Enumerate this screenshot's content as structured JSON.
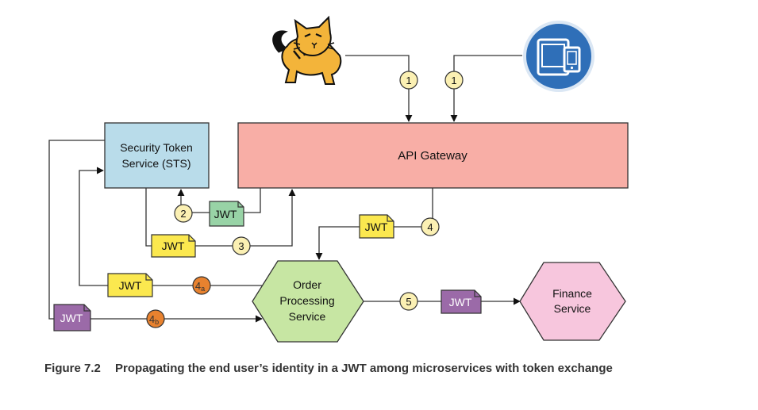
{
  "nodes": {
    "api_gateway": "API Gateway",
    "sts_line1": "Security Token",
    "sts_line2": "Service (STS)",
    "order_line1": "Order",
    "order_line2": "Processing",
    "order_line3": "Service",
    "finance_line1": "Finance",
    "finance_line2": "Service"
  },
  "tokens": {
    "jwt": "JWT"
  },
  "steps": {
    "s1": "1",
    "s2": "2",
    "s3": "3",
    "s4": "4",
    "s4a_num": "4",
    "s4a_sub": "a",
    "s4b_num": "4",
    "s4b_sub": "b",
    "s5": "5"
  },
  "icons": {
    "client_web": "tomcat-cat-icon",
    "client_mobile": "mobile-devices-icon"
  },
  "colors": {
    "gateway": "#f8aea6",
    "sts": "#b9dcea",
    "order": "#c7e6a3",
    "finance": "#f7c6dd",
    "jwt_yellow": "#fbe84f",
    "jwt_green": "#98d3a6",
    "jwt_purple": "#9b6aa8",
    "step_yellow": "#fbf0b3",
    "step_orange": "#e8822f",
    "mobile_blue": "#2f6fb8"
  },
  "caption": {
    "figure": "Figure 7.2",
    "text": "Propagating the end user’s identity in a JWT among microservices with token exchange"
  }
}
